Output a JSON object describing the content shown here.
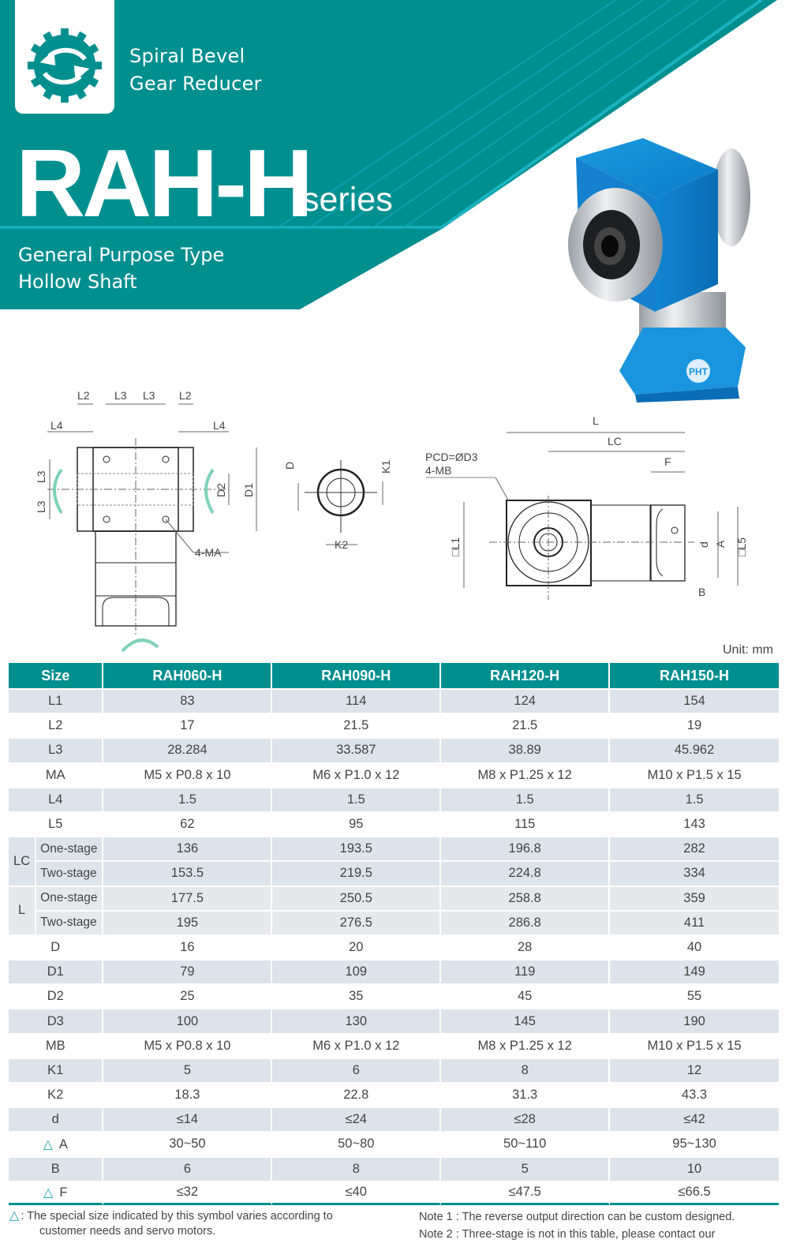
{
  "header": {
    "subtitle_line1": "Spiral Bevel",
    "subtitle_line2": "Gear Reducer",
    "series_name": "RAH-H",
    "series_suffix": "series",
    "tagline_line1": "General Purpose Type",
    "tagline_line2": "Hollow Shaft",
    "brand_color": "#008f8f",
    "stripe_color": "#19b3c0",
    "logo_icon": "gear-rotation-icon"
  },
  "product_image": {
    "description": "Blue right-angle spiral bevel gear reducer with hollow shaft",
    "logo_text": "PHT"
  },
  "drawings": {
    "front_view": {
      "labels": [
        "L2",
        "L3",
        "L3",
        "L2",
        "L4",
        "L4",
        "L3",
        "L3",
        "D2",
        "D1",
        "4-MA"
      ]
    },
    "shaft_view": {
      "labels": [
        "D",
        "K1",
        "K2"
      ]
    },
    "side_view": {
      "labels": [
        "L",
        "LC",
        "F",
        "PCD=ØD3",
        "4-MB",
        "□L1",
        "d",
        "A",
        "□L5",
        "B"
      ]
    }
  },
  "table": {
    "unit_label": "Unit: mm",
    "headers": [
      "Size",
      "RAH060-H",
      "RAH090-H",
      "RAH120-H",
      "RAH150-H"
    ],
    "rows": [
      {
        "label": "L1",
        "values": [
          "83",
          "114",
          "124",
          "154"
        ]
      },
      {
        "label": "L2",
        "values": [
          "17",
          "21.5",
          "21.5",
          "19"
        ]
      },
      {
        "label": "L3",
        "values": [
          "28.284",
          "33.587",
          "38.89",
          "45.962"
        ]
      },
      {
        "label": "MA",
        "values": [
          "M5 x P0.8 x 10",
          "M6 x P1.0 x 12",
          "M8 x P1.25 x 12",
          "M10 x P1.5 x 15"
        ]
      },
      {
        "label": "L4",
        "values": [
          "1.5",
          "1.5",
          "1.5",
          "1.5"
        ]
      },
      {
        "label": "L5",
        "values": [
          "62",
          "95",
          "115",
          "143"
        ]
      }
    ],
    "group_rows": [
      {
        "group": "LC",
        "sub": [
          {
            "label": "One-stage",
            "values": [
              "136",
              "193.5",
              "196.8",
              "282"
            ]
          },
          {
            "label": "Two-stage",
            "values": [
              "153.5",
              "219.5",
              "224.8",
              "334"
            ]
          }
        ]
      },
      {
        "group": "L",
        "sub": [
          {
            "label": "One-stage",
            "values": [
              "177.5",
              "250.5",
              "258.8",
              "359"
            ]
          },
          {
            "label": "Two-stage",
            "values": [
              "195",
              "276.5",
              "286.8",
              "411"
            ]
          }
        ]
      }
    ],
    "rows2": [
      {
        "label": "D",
        "values": [
          "16",
          "20",
          "28",
          "40"
        ]
      },
      {
        "label": "D1",
        "values": [
          "79",
          "109",
          "119",
          "149"
        ]
      },
      {
        "label": "D2",
        "values": [
          "25",
          "35",
          "45",
          "55"
        ]
      },
      {
        "label": "D3",
        "values": [
          "100",
          "130",
          "145",
          "190"
        ]
      },
      {
        "label": "MB",
        "values": [
          "M5 x P0.8 x 10",
          "M6 x P1.0 x 12",
          "M8 x P1.25 x 12",
          "M10 x P1.5 x 15"
        ]
      },
      {
        "label": "K1",
        "values": [
          "5",
          "6",
          "8",
          "12"
        ]
      },
      {
        "label": "K2",
        "values": [
          "18.3",
          "22.8",
          "31.3",
          "43.3"
        ]
      },
      {
        "label": "d",
        "values": [
          "≤14",
          "≤24",
          "≤28",
          "≤42"
        ]
      },
      {
        "label": "A",
        "symbol": "△",
        "values": [
          "30~50",
          "50~80",
          "50~110",
          "95~130"
        ]
      },
      {
        "label": "B",
        "values": [
          "6",
          "8",
          "5",
          "10"
        ]
      },
      {
        "label": "F",
        "symbol": "△",
        "values": [
          "≤32",
          "≤40",
          "≤47.5",
          "≤66.5"
        ]
      }
    ]
  },
  "footer": {
    "symbol": "△",
    "symbol_note_line1": ": The special size indicated by this symbol varies according to",
    "symbol_note_line2": "customer needs and servo motors.",
    "note1": "Note 1 :  The reverse output direction can be custom designed.",
    "note2": "Note 2 :  Three-stage is not in this table, please contact our"
  }
}
